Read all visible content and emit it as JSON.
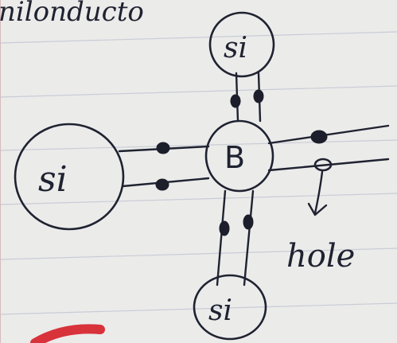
{
  "header_fragment": "nilonducto",
  "diagram": {
    "center_atom": "B",
    "neighbor_atoms": {
      "top": "si",
      "left": "si",
      "bottom": "si"
    },
    "annotation": "hole"
  },
  "colors": {
    "paper": "#ebebea",
    "ruled_line": "#c9ccd6",
    "ink": "#1f2230",
    "red_mark": "#d8323a"
  }
}
